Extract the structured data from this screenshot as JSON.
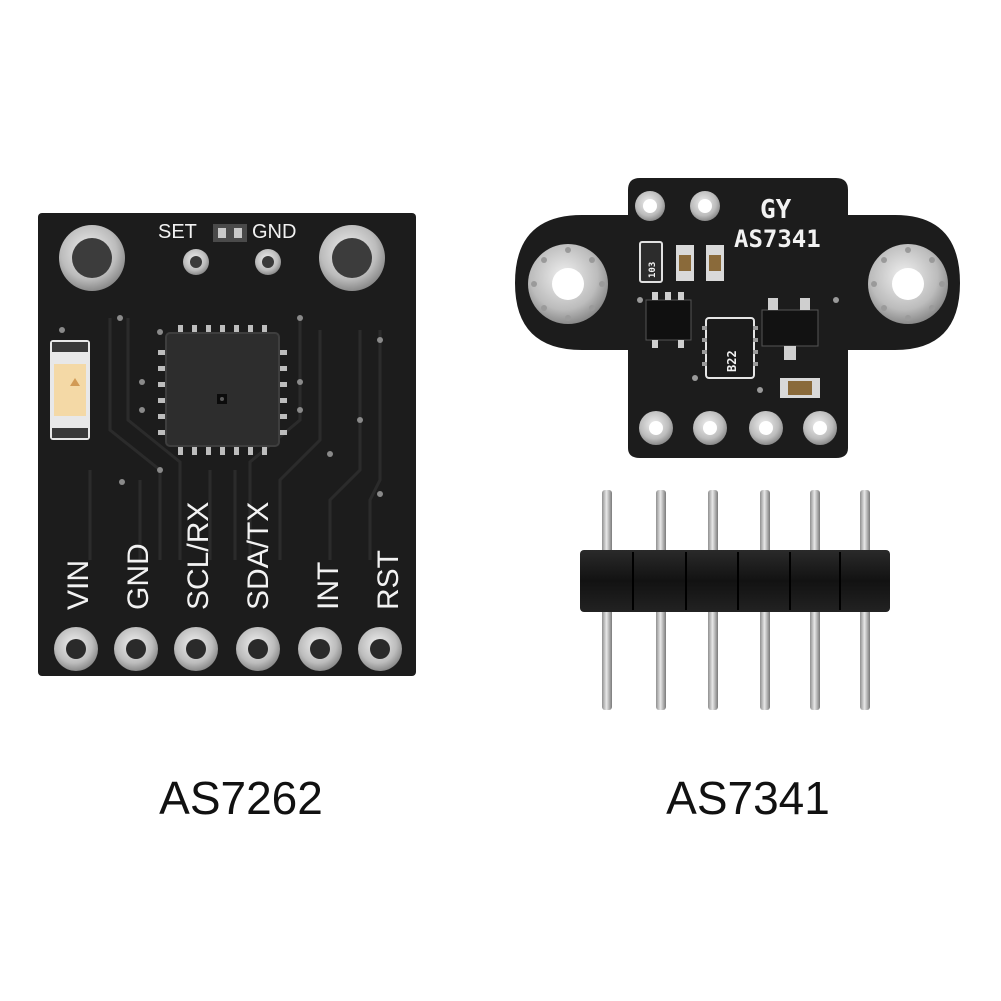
{
  "boards": [
    {
      "name": "AS7262",
      "top_labels": [
        "SET",
        "GND"
      ],
      "pin_labels": [
        "VIN",
        "GND",
        "SCL/RX",
        "SDA/TX",
        "INT",
        "RST"
      ]
    },
    {
      "name": "AS7341",
      "silk_brand": "GY",
      "silk_model": "AS7341",
      "chip_marks": [
        "103",
        "B22"
      ]
    }
  ],
  "colors": {
    "board": "#1c1c1c",
    "pad": "#c9c9c9",
    "led": "#f4d9a6",
    "header": "#161616",
    "pin": "#bdbdbd"
  }
}
